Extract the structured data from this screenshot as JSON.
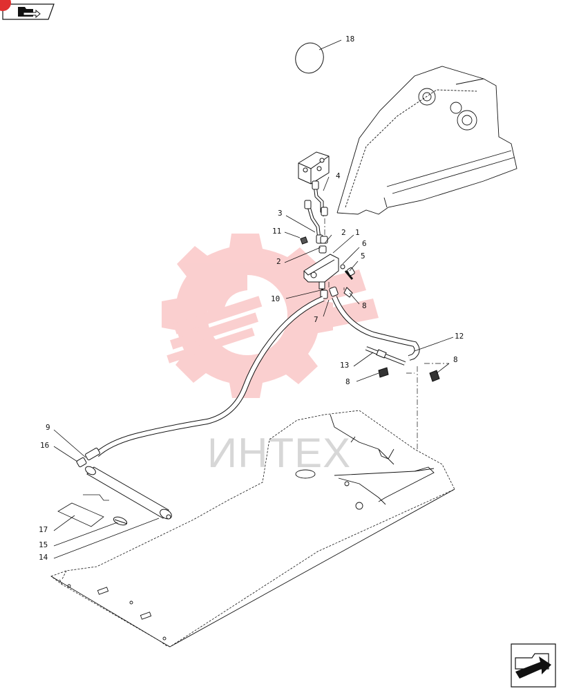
{
  "diagram": {
    "watermark_text": "ИНТЕХ",
    "part_labels": [
      "18",
      "4",
      "3",
      "2",
      "1",
      "11",
      "2",
      "6",
      "5",
      "10",
      "8",
      "7",
      "12",
      "13",
      "8",
      "8",
      "9",
      "16",
      "17",
      "15",
      "14"
    ]
  },
  "colors": {
    "line": "#111111",
    "watermark": "#f7a8a8",
    "watermark_text": "#d7d7d7",
    "accent_red": "#e03030"
  },
  "icons": {
    "back": "folder-arrow-icon",
    "forward": "next-arrow-icon"
  }
}
